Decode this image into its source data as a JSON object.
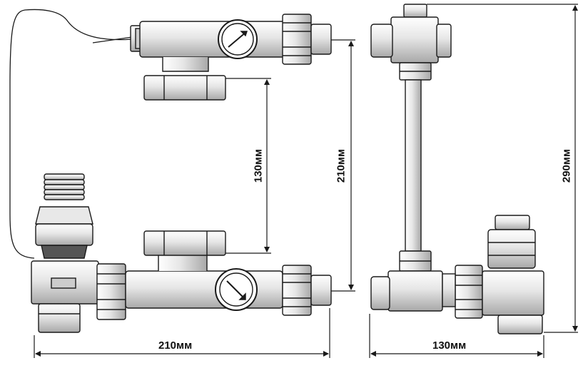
{
  "dimensions": {
    "front_width": "210мм",
    "side_width": "130мм",
    "pipe_spacing": "130мм",
    "front_height": "210мм",
    "side_height": "290мм"
  },
  "colors": {
    "line": "#1a1a1a",
    "metal_light": "#f2f2f2",
    "metal_shade": "#c8c8c8",
    "metal_dark": "#8a8a8a"
  },
  "icons": [
    "pump-module",
    "thermometer-gauge",
    "thermostatic-head",
    "capillary-sensor",
    "union-nut"
  ]
}
